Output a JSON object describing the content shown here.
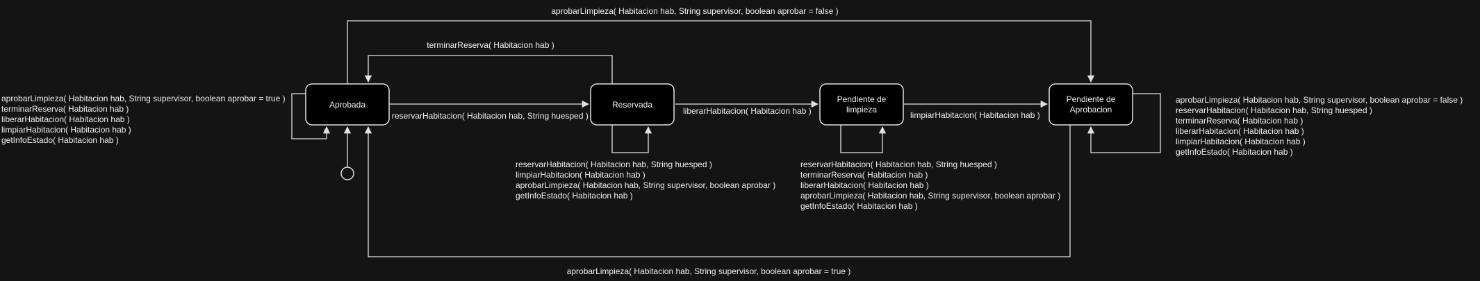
{
  "states": {
    "aprobada": "Aprobada",
    "reservada": "Reservada",
    "pendiente_limpieza": [
      "Pendiente de",
      "limpieza"
    ],
    "pendiente_aprobacion": [
      "Pendiente de",
      "Aprobacion"
    ]
  },
  "transitions": {
    "top_aprobar_false": "aprobarLimpieza( Habitacion hab, String supervisor, boolean aprobar = false )",
    "terminar_reserva": "terminarReserva( Habitacion hab )",
    "reservar": "reservarHabitacion( Habitacion hab, String huesped )",
    "liberar": "liberarHabitacion( Habitacion hab )",
    "limpiar": "limpiarHabitacion( Habitacion  hab )",
    "bottom_aprobar_true": "aprobarLimpieza( Habitacion hab, String supervisor, boolean aprobar = true )"
  },
  "self_loops": {
    "aprobada": [
      "aprobarLimpieza( Habitacion hab, String supervisor, boolean aprobar = true )",
      "terminarReserva( Habitacion hab )",
      "liberarHabitacion( Habitacion hab )",
      "limpiarHabitacion(  Habitacion hab )",
      "getInfoEstado( Habitacion hab )"
    ],
    "reservada": [
      "reservarHabitacion( Habitacion hab, String huesped )",
      "limpiarHabitacion( Habitacion hab )",
      "aprobarLimpieza(  Habitacion hab, String supervisor, boolean aprobar )",
      "getInfoEstado( Habitacion hab )"
    ],
    "pendiente_limpieza": [
      "reservarHabitacion( Habitacion hab, String huesped )",
      "terminarReserva( Habitacion hab )",
      "liberarHabitacion( Habitacion hab )",
      "aprobarLimpieza(  Habitacion hab, String supervisor, boolean aprobar )",
      "getInfoEstado( Habitacion hab )"
    ],
    "pendiente_aprobacion": [
      "aprobarLimpieza( Habitacion hab, String supervisor, boolean aprobar = false )",
      "reservarHabitacion( Habitacion hab, String huesped )",
      "terminarReserva( Habitacion hab )",
      "liberarHabitacion( Habitacion hab )",
      "limpiarHabitacion(  Habitacion hab )",
      "getInfoEstado( Habitacion hab )"
    ]
  },
  "colors": {
    "background": "#141414",
    "stroke": "#e0e0e0",
    "node_fill": "#000000",
    "text": "#f0f0f0"
  }
}
